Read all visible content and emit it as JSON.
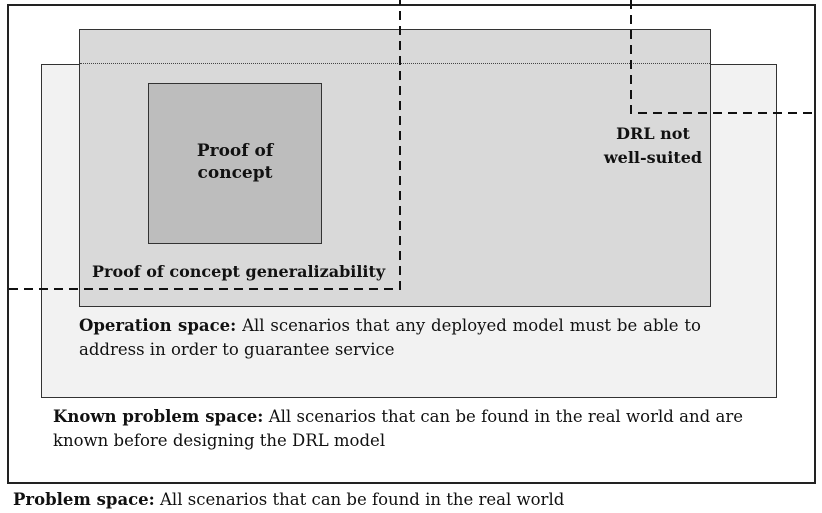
{
  "proof_of_concept": {
    "line1": "Proof of",
    "line2": "concept"
  },
  "generalizability_label": "Proof of concept generalizability",
  "drl_not_suited": {
    "line1": "DRL not",
    "line2": "well-suited"
  },
  "operation_space": {
    "term": "Operation space:",
    "description": "All scenarios that any deployed model must be able to address in order to guarantee service"
  },
  "known_problem_space": {
    "term": "Known problem space:",
    "description": "All scenarios that can be found in the real world and are known before designing the DRL model"
  },
  "problem_space": {
    "term": "Problem space:",
    "description": "All scenarios that can be found in the real world"
  }
}
